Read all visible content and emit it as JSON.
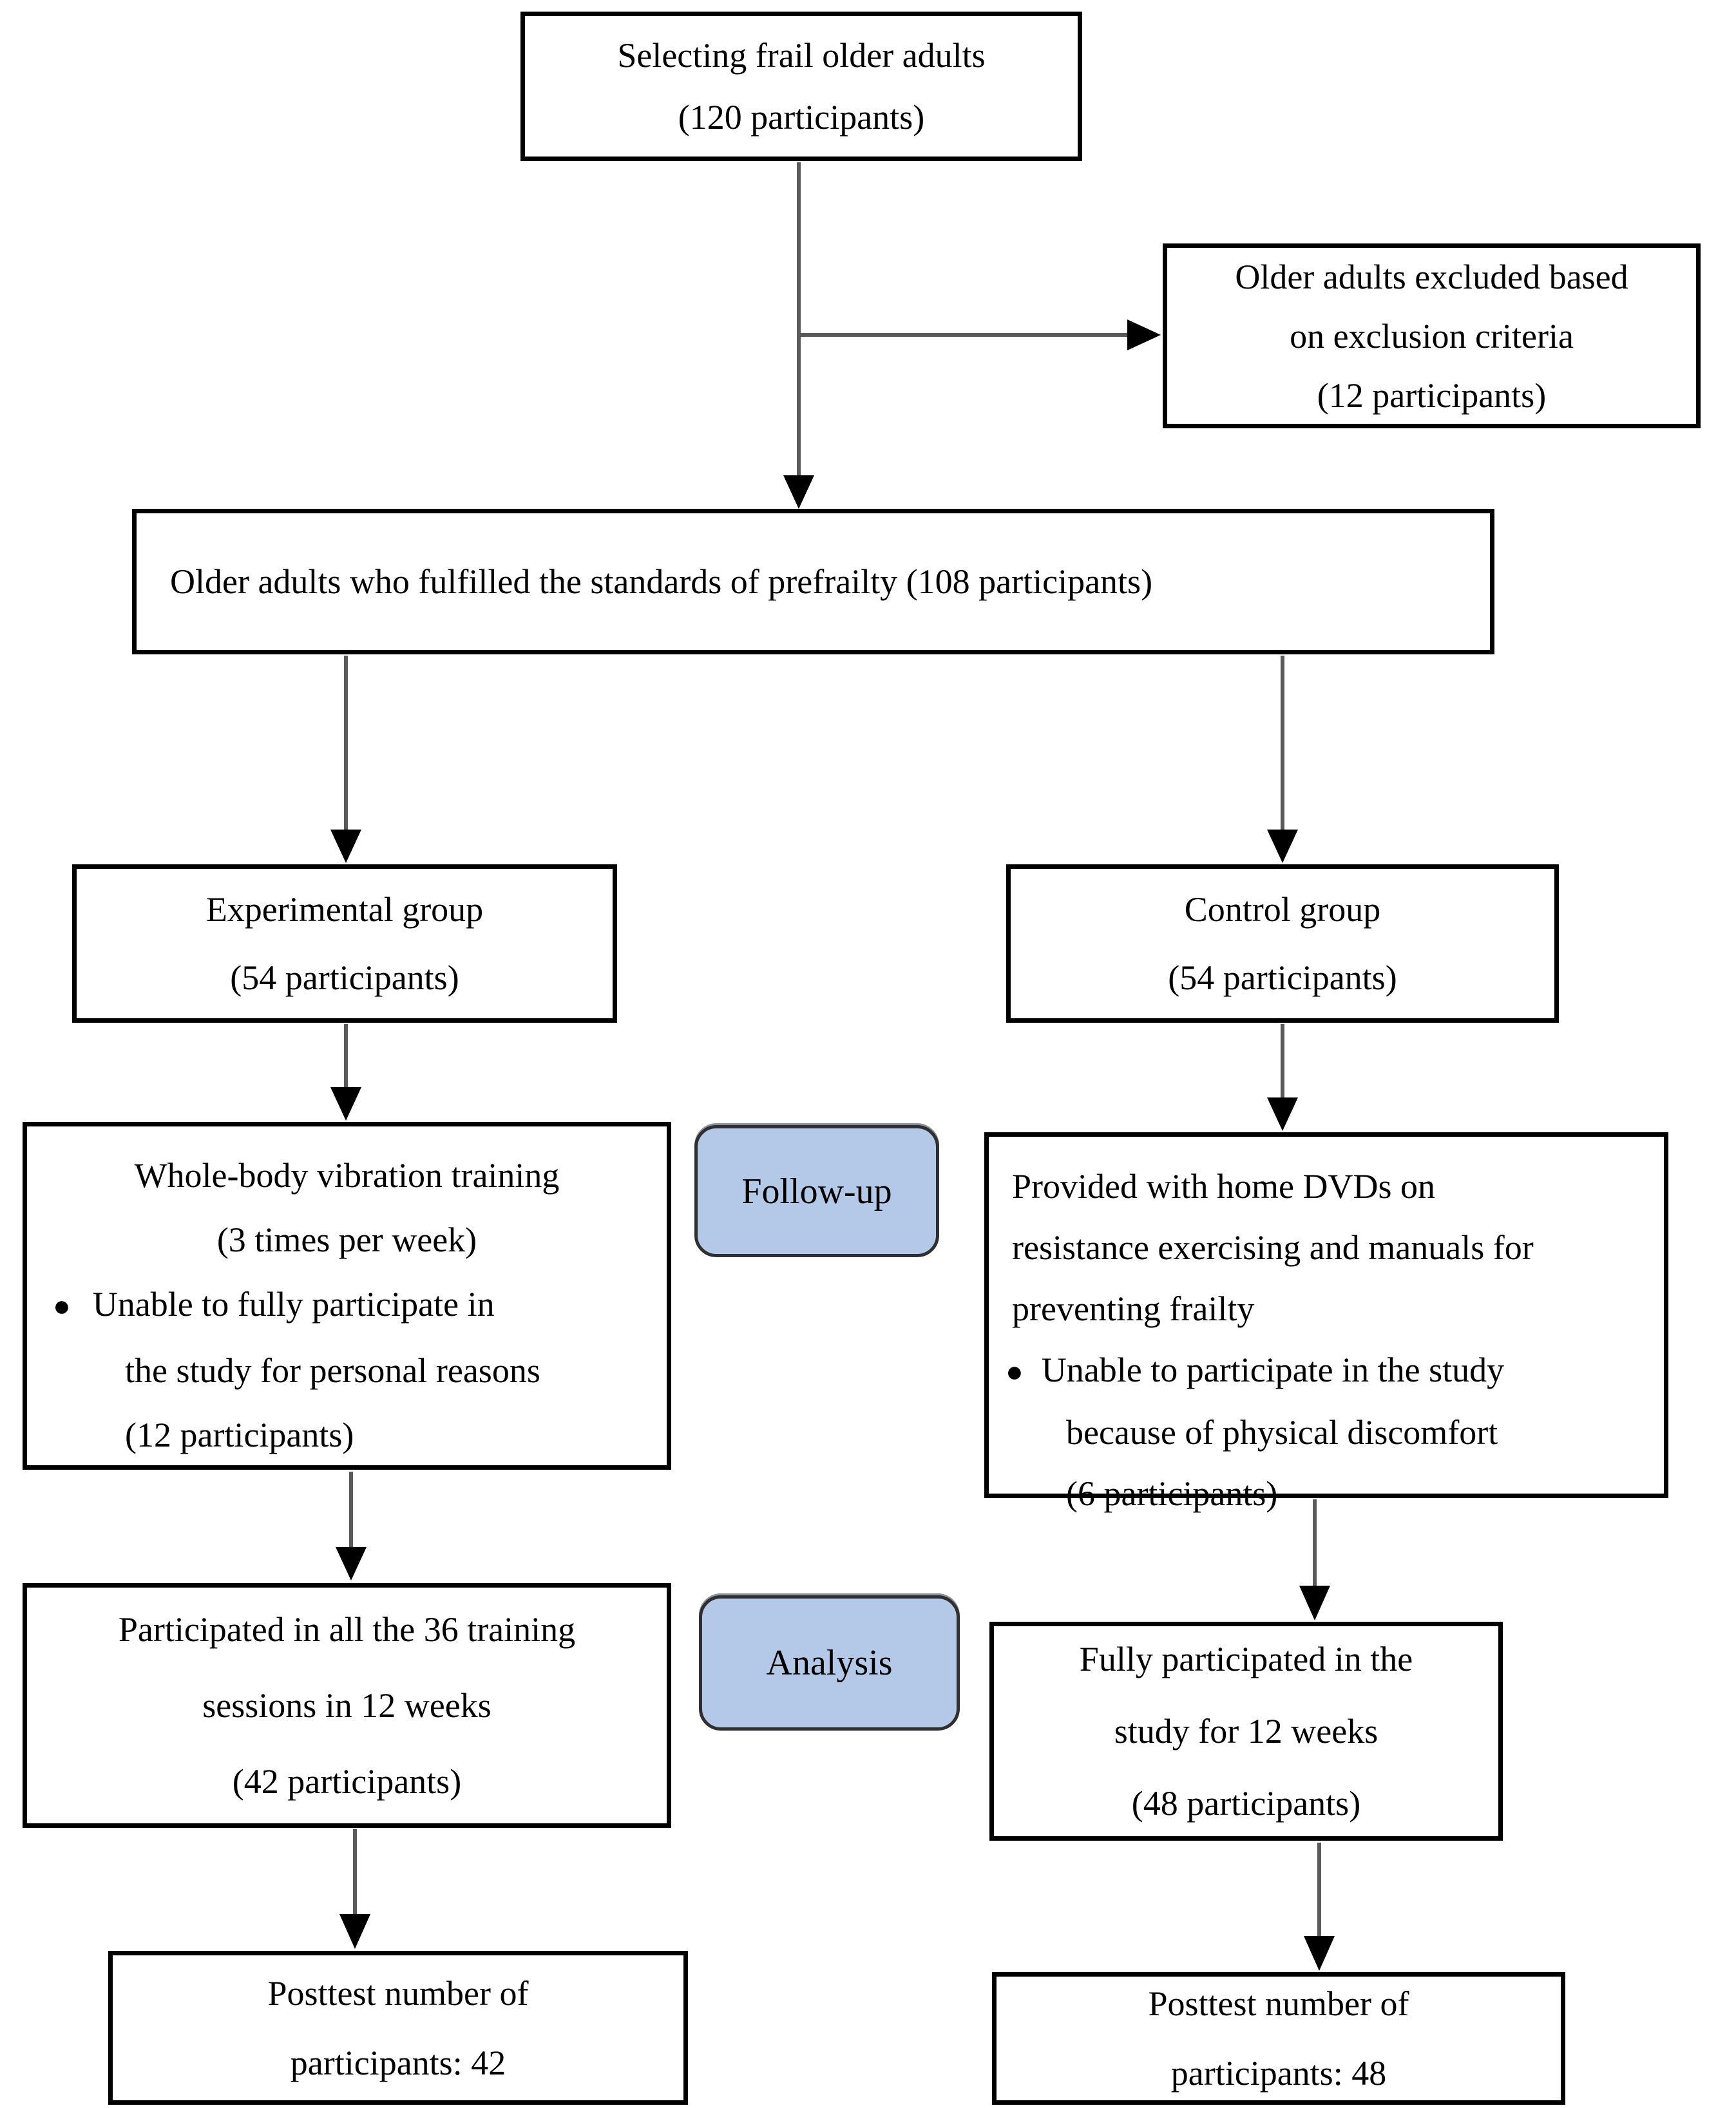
{
  "diagram": {
    "boxes": {
      "selection": {
        "line1": "Selecting frail older adults",
        "line2": "(120 participants)"
      },
      "excluded": {
        "line1": "Older adults excluded based",
        "line2": "on exclusion criteria",
        "line3": "(12 participants)"
      },
      "prefrailty": {
        "line1": "Older adults who fulfilled the standards of prefrailty (108 participants)"
      },
      "experimental": {
        "line1": "Experimental group",
        "line2": "(54 participants)"
      },
      "control": {
        "line1": "Control group",
        "line2": "(54 participants)"
      },
      "followup_stage": {
        "label": "Follow-up"
      },
      "wbv": {
        "line1": "Whole-body vibration training",
        "line2": "(3 times per week)",
        "bullet": "●",
        "bullet_line1": "Unable to fully participate in",
        "bullet_line2": "the study for personal reasons",
        "bullet_line3": "(12 participants)"
      },
      "dvd": {
        "line1": "Provided with home DVDs on",
        "line2": "resistance exercising and manuals for",
        "line3": "preventing frailty",
        "bullet": "●",
        "bullet_line1": "Unable to participate in the study",
        "bullet_line2": "because of physical discomfort",
        "bullet_line3": "(6 participants)"
      },
      "analysis_stage": {
        "label": "Analysis"
      },
      "analysis_left": {
        "line1": "Participated in all the 36 training",
        "line2": "sessions in 12 weeks",
        "line3": "(42 participants)"
      },
      "analysis_right": {
        "line1": "Fully participated in the",
        "line2": "study for 12 weeks",
        "line3": "(48 participants)"
      },
      "posttest_left": {
        "line1": "Posttest number of",
        "line2": "participants: 42"
      },
      "posttest_right": {
        "line1": "Posttest number of",
        "line2": "participants: 48"
      }
    },
    "colors": {
      "stage_fill": "#b4c9e8",
      "stage_border": "#2f2f2f",
      "box_border": "#000000",
      "connector": "#5a5a5a",
      "arrowhead": "#000000",
      "text": "#000000",
      "background": "#ffffff"
    }
  }
}
